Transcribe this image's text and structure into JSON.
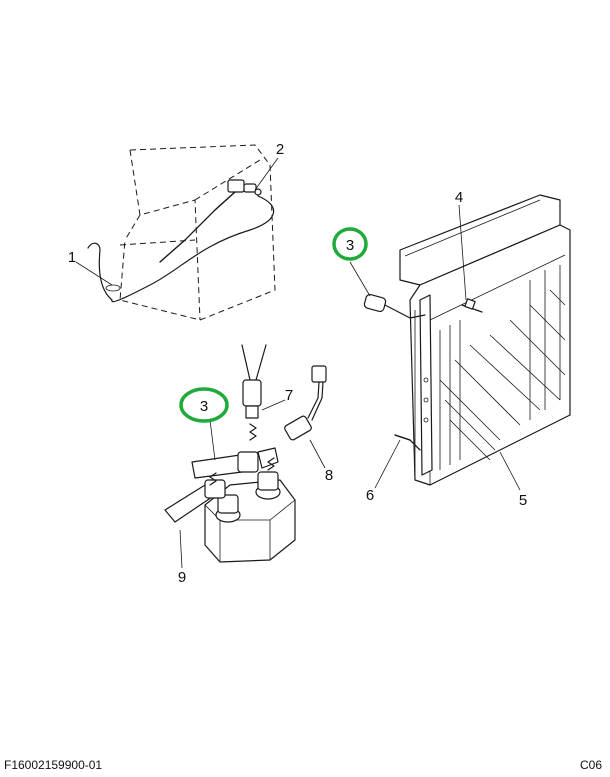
{
  "callouts": {
    "c1": "1",
    "c2": "2",
    "c3a": "3",
    "c3b": "3",
    "c4": "4",
    "c5": "5",
    "c6": "6",
    "c7": "7",
    "c8": "8",
    "c9": "9"
  },
  "highlight_color": "#1faa3a",
  "footer": {
    "drawing_number": "F16002159900-01",
    "sheet_code": "C06"
  }
}
